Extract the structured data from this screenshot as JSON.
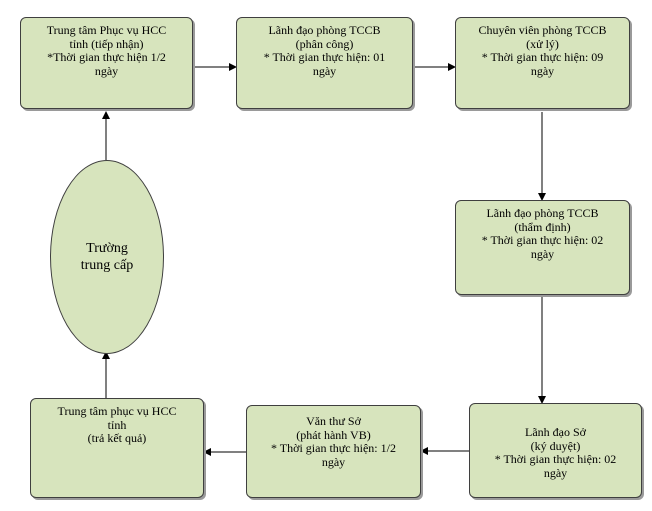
{
  "nodes": {
    "n1": {
      "line1": "Trung tâm Phục vụ HCC",
      "line2": "tỉnh (tiếp nhận)",
      "line3": "*Thời gian thực hiện  1/2",
      "line4": "ngày"
    },
    "n2": {
      "line1": "Lãnh đạo phòng TCCB",
      "line2": "(phân công)",
      "line3": "* Thời gian thực hiện: 01",
      "line4": "ngày"
    },
    "n3": {
      "line1": "Chuyên viên phòng TCCB",
      "line2": "(xử lý)",
      "line3": "* Thời gian thực hiện: 09",
      "line4": "ngày"
    },
    "n4": {
      "line1": "Lãnh đạo phòng TCCB",
      "line2": "(thẩm định)",
      "line3": "* Thời gian thực hiện: 02",
      "line4": "ngày"
    },
    "n5": {
      "line1": "Lãnh đạo Sở",
      "line2": "(ký duyệt)",
      "line3": "* Thời gian thực hiện: 02",
      "line4": "ngày"
    },
    "n6": {
      "line1": "Văn thư Sở",
      "line2": "(phát hành VB)",
      "line3": "* Thời gian thực hiện: 1/2",
      "line4": "ngày"
    },
    "n7": {
      "line1": "Trung tâm phục vụ HCC",
      "line2": "tỉnh",
      "line3": "(trả kết quả)"
    },
    "school": {
      "line1": "Trường",
      "line2": "trung cấp"
    }
  }
}
